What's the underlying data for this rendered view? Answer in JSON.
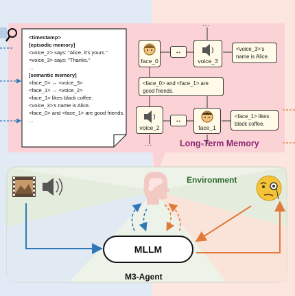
{
  "memory_note": {
    "timestamp": "<timestamp>",
    "episodic_header": "[episodic memory]",
    "episodic": [
      "<voice_2> says: \"Alice, it's yours.\"",
      "<voice_3> says: \"Thanks.\"",
      "..."
    ],
    "semantic_header": "[semantic memory]",
    "semantic": [
      "<face_0> ↔ <voice_3>",
      "<face_1> ↔ <voice_2>",
      "<face_1> likes black coffee.",
      "<voice_3>'s name is Alice.",
      "<face_0> and <face_1> are good friends.",
      "..."
    ]
  },
  "graph": {
    "nodes": {
      "face_0": "face_0",
      "voice_3": "voice_3",
      "voice_2": "voice_2",
      "face_1": "face_1"
    },
    "link_symbol": "↔",
    "relations": {
      "voice3_name": "<voice_3>'s name is Alice.",
      "friends": "<face_0> and <face_1> are good friends.",
      "coffee": "<face_1> likes black coffee."
    },
    "ellipsis": "..."
  },
  "titles": {
    "long_term_memory": "Long-Term Memory",
    "environment": "Environment",
    "mllm": "MLLM",
    "agent": "M3-Agent"
  },
  "colors": {
    "left_panel": "#e2ebf5",
    "right_panel": "#fde6e0",
    "ltm_panel": "#fbd3d7",
    "env_panel": "#e6f2e6",
    "blue_arrow": "#2f78b8",
    "orange_arrow": "#e07a3c"
  },
  "icons": [
    "magnifier-icon",
    "film-icon",
    "speaker-icon",
    "monocle-face-icon",
    "brain-head-icon",
    "face-icon",
    "voice-icon"
  ]
}
